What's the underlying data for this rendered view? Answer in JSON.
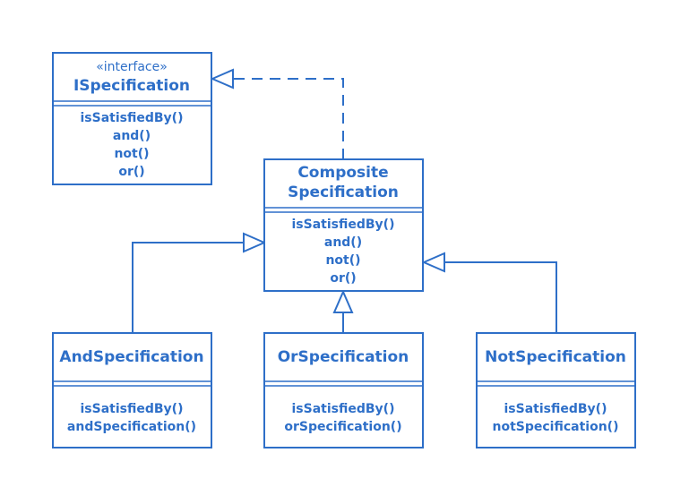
{
  "colors": {
    "stroke": "#2e6fc8",
    "text": "#2e6fc8",
    "background": "#ffffff"
  },
  "classes": {
    "ispecification": {
      "stereotype": "«interface»",
      "name_lines": [
        "ISpecification"
      ],
      "methods": [
        "isSatisfiedBy()",
        "and()",
        "not()",
        "or()"
      ]
    },
    "composite": {
      "name_lines": [
        "Composite",
        "Specification"
      ],
      "methods": [
        "isSatisfiedBy()",
        "and()",
        "not()",
        "or()"
      ]
    },
    "and": {
      "name_lines": [
        "AndSpecification"
      ],
      "methods": [
        "isSatisfiedBy()",
        "andSpecification()"
      ]
    },
    "or": {
      "name_lines": [
        "OrSpecification"
      ],
      "methods": [
        "isSatisfiedBy()",
        "orSpecification()"
      ]
    },
    "not": {
      "name_lines": [
        "NotSpecification"
      ],
      "methods": [
        "isSatisfiedBy()",
        "notSpecification()"
      ]
    }
  },
  "relations": [
    {
      "from": "composite",
      "to": "ispecification",
      "kind": "realization"
    },
    {
      "from": "and",
      "to": "composite",
      "kind": "generalization"
    },
    {
      "from": "or",
      "to": "composite",
      "kind": "generalization"
    },
    {
      "from": "not",
      "to": "composite",
      "kind": "generalization"
    }
  ]
}
